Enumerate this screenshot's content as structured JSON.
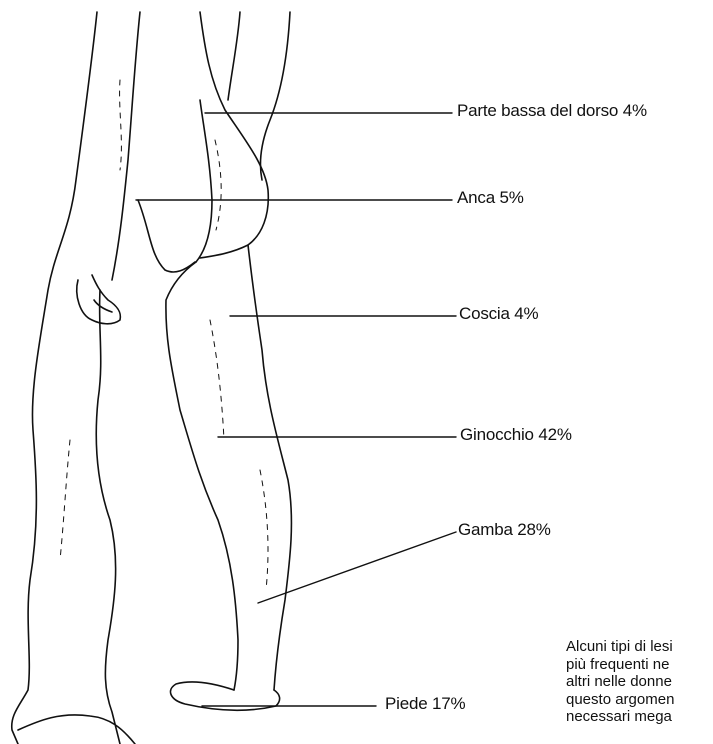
{
  "labels": {
    "lower_back": "Parte bassa del dorso 4%",
    "hip": "Anca 5%",
    "thigh": "Coscia 4%",
    "knee": "Ginocchio 42%",
    "leg": "Gamba 28%",
    "foot": "Piede 17%"
  },
  "caption_lines": [
    "Alcuni tipi di lesi",
    "più frequenti ne",
    "altri nelle donne",
    "questo argomen",
    "necessari mega"
  ],
  "colors": {
    "ink": "#111111",
    "background": "#ffffff"
  }
}
